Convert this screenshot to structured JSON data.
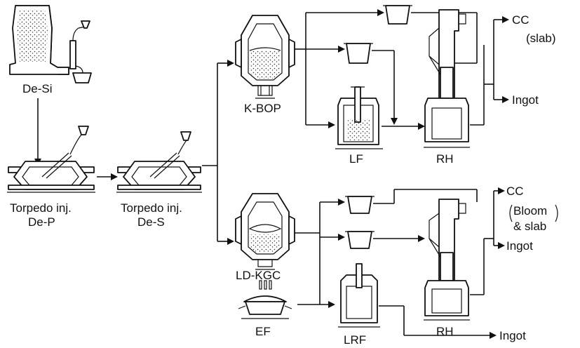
{
  "labels": {
    "de_si": "De-Si",
    "torpedo_dep_1": "Torpedo inj.",
    "torpedo_dep_2": "De-P",
    "torpedo_des_1": "Torpedo inj.",
    "torpedo_des_2": "De-S",
    "kbop": "K-BOP",
    "lf": "LF",
    "rh_top": "RH",
    "cc_top": "CC",
    "cc_top_note": "(slab)",
    "ingot_top": "Ingot",
    "ldkgc": "LD-KGC",
    "ef": "EF",
    "lrf": "LRF",
    "rh_bottom": "RH",
    "cc_bottom": "CC",
    "cc_bottom_note_1": "Bloom",
    "cc_bottom_note_2": "& slab",
    "ingot_mid": "Ingot",
    "ingot_bottom": "Ingot"
  }
}
